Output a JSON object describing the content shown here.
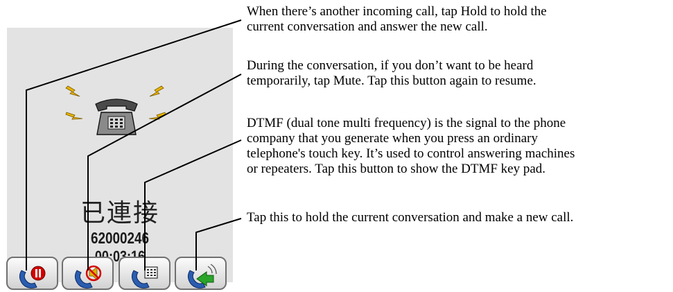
{
  "call_screen": {
    "status_label": "已連接",
    "phone_number": "62000246",
    "call_timer": "00:03:16"
  },
  "buttons": [
    {
      "name": "hold",
      "icon": "phone-hold-icon"
    },
    {
      "name": "mute",
      "icon": "phone-mute-icon"
    },
    {
      "name": "dtmf",
      "icon": "phone-keypad-icon"
    },
    {
      "name": "new-call",
      "icon": "phone-new-call-icon"
    }
  ],
  "annotations": [
    {
      "lines": [
        "When there’s another incoming call, tap Hold to hold the",
        "current conversation and answer the new call."
      ]
    },
    {
      "lines": [
        "During the conversation, if you don’t want to be heard",
        "temporarily, tap Mute. Tap this button again to resume."
      ]
    },
    {
      "lines": [
        "DTMF (dual tone multi frequency) is the signal to the phone",
        "company that you generate when you press an ordinary",
        "telephone's touch key. It’s used to control answering machines",
        "or repeaters. Tap this button to show the DTMF key pad."
      ]
    },
    {
      "lines": [
        "Tap this to hold the current conversation and make a new call."
      ]
    }
  ]
}
